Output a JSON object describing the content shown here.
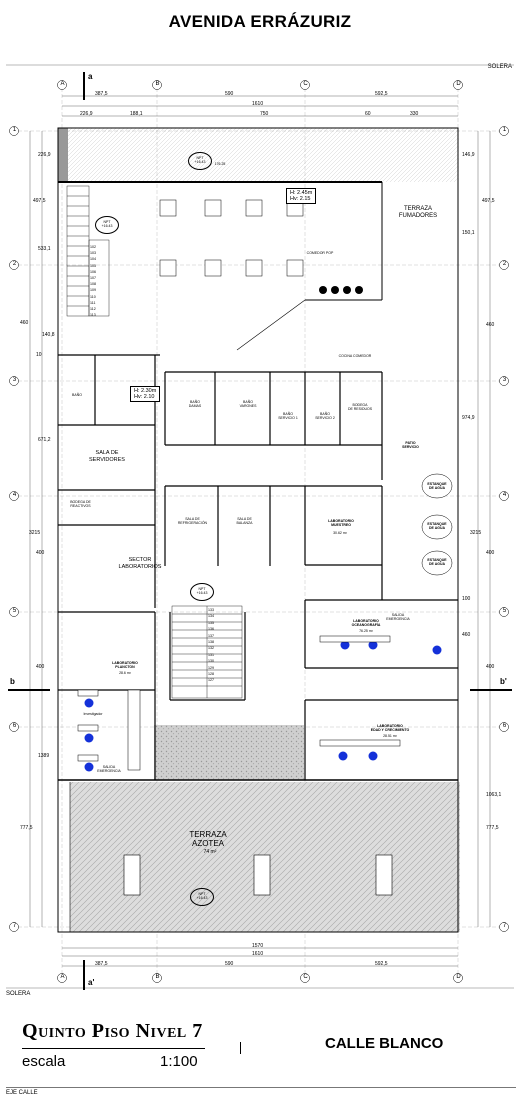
{
  "header": {
    "title": "AVENIDA ERRÁZURIZ",
    "solera_top": "SOLERA",
    "solera_bottom": "SOLERA"
  },
  "axes": {
    "columns": [
      "A",
      "B",
      "C",
      "D"
    ],
    "rows": [
      "1",
      "2",
      "3",
      "4",
      "5",
      "6",
      "7"
    ],
    "section_marks": {
      "a_top": "a",
      "a_bottom": "a'",
      "b_left": "b",
      "b_right": "b'"
    }
  },
  "dimensions": {
    "top_row1": [
      "387,5",
      "590",
      "592,5"
    ],
    "top_row2": "1610",
    "top_row3": [
      "226,9",
      "188,1",
      "750",
      "60",
      "330"
    ],
    "bottom_row1": "1570",
    "bottom_row2": "1610",
    "bottom_row3": [
      "387,5",
      "590",
      "592,5"
    ],
    "left_side": [
      "226,9",
      "497,5",
      "533,1",
      "140,8",
      "460",
      "10",
      "671,2",
      "3215",
      "400",
      "400",
      "1389",
      "777,5"
    ],
    "right_side": [
      "146,9",
      "497,5",
      "150,1",
      "460",
      "974,9",
      "3215",
      "400",
      "400",
      "100",
      "460",
      "1063,1",
      "777,5"
    ]
  },
  "rooms": {
    "terraza_fumadores": "TERRAZA\nFUMADORES",
    "comedor": "COMEDOR POP",
    "cocina": "COCINA COMEDOR",
    "bano_damas": "BAÑO\nDAMAS",
    "bano_varones": "BAÑO\nVARONES",
    "bano_servicio1": "BAÑO\nSERVICIO 1",
    "bano_servicio2": "BAÑO\nSERVICIO 2",
    "bodega_residuos": "BODEGA\nDE RESIDUOS",
    "bano": "BAÑO",
    "sala_servidores": "SALA DE\nSERVIDORES",
    "bodega_reactivos": "BODEGA DE\nREACTIVOS",
    "sector_laboratorios": "SECTOR\nLABORATORIOS",
    "sala_refrigeracion": "SALA DE\nREFRIGERACIÓN",
    "sala_balanza": "SALA DE\nBALANZA",
    "patio_servicio": "PATIO\nSERVICIO",
    "estanque1": "ESTANQUE\nDE AGUA",
    "estanque2": "ESTANQUE\nDE AGUA",
    "estanque3": "ESTANQUE\nDE AGUA",
    "lab_muestreo": "LABORATORIO\nMUESTREO",
    "lab_oceanografia": "LABORATORIO\nOCEANOGRAFÍA",
    "lab_plancton": "LABORATORIO\nPLANCTON",
    "lab_edad": "LABORATORIO\nEDAD Y CRECIMIENTO",
    "terraza_azotea": "TERRAZA\nAZOTEA",
    "salida_emergencia": "SALIDA\nEMERGENCIA",
    "investigador": "Investigador"
  },
  "areas": {
    "comedor": "176.25",
    "npt_top": "NPT\n+16.43",
    "lab_oceanografia": "76.25 m²",
    "lab_plancton": "28.6 m²",
    "lab_edad": "28.51 m²",
    "terraza_azotea": "74 m²",
    "muestreo": "30.62 m²"
  },
  "height_tags": [
    {
      "h": "H: 2.45m",
      "hv": "Hv: 2.15"
    },
    {
      "h": "H: 2.30m",
      "hv": "Hv: 2.10"
    }
  ],
  "stairs_top": [
    "102",
    "103",
    "104",
    "105",
    "106",
    "107",
    "108",
    "109",
    "110",
    "111",
    "112",
    "113"
  ],
  "stairs_mid": [
    "133",
    "134",
    "135",
    "136",
    "137",
    "138",
    "132",
    "131",
    "130",
    "129",
    "128",
    "127"
  ],
  "footer": {
    "title": "QUINTO PISO NIVEL 7",
    "title_parts": [
      [
        "Q",
        "UINTO"
      ],
      [
        "P",
        "ISO"
      ],
      [
        "N",
        "IVEL"
      ],
      [
        "7",
        ""
      ]
    ],
    "scale_label": "escala",
    "scale_value": "1:100",
    "street": "CALLE BLANCO",
    "eje_calle": "EJE CALLE"
  }
}
